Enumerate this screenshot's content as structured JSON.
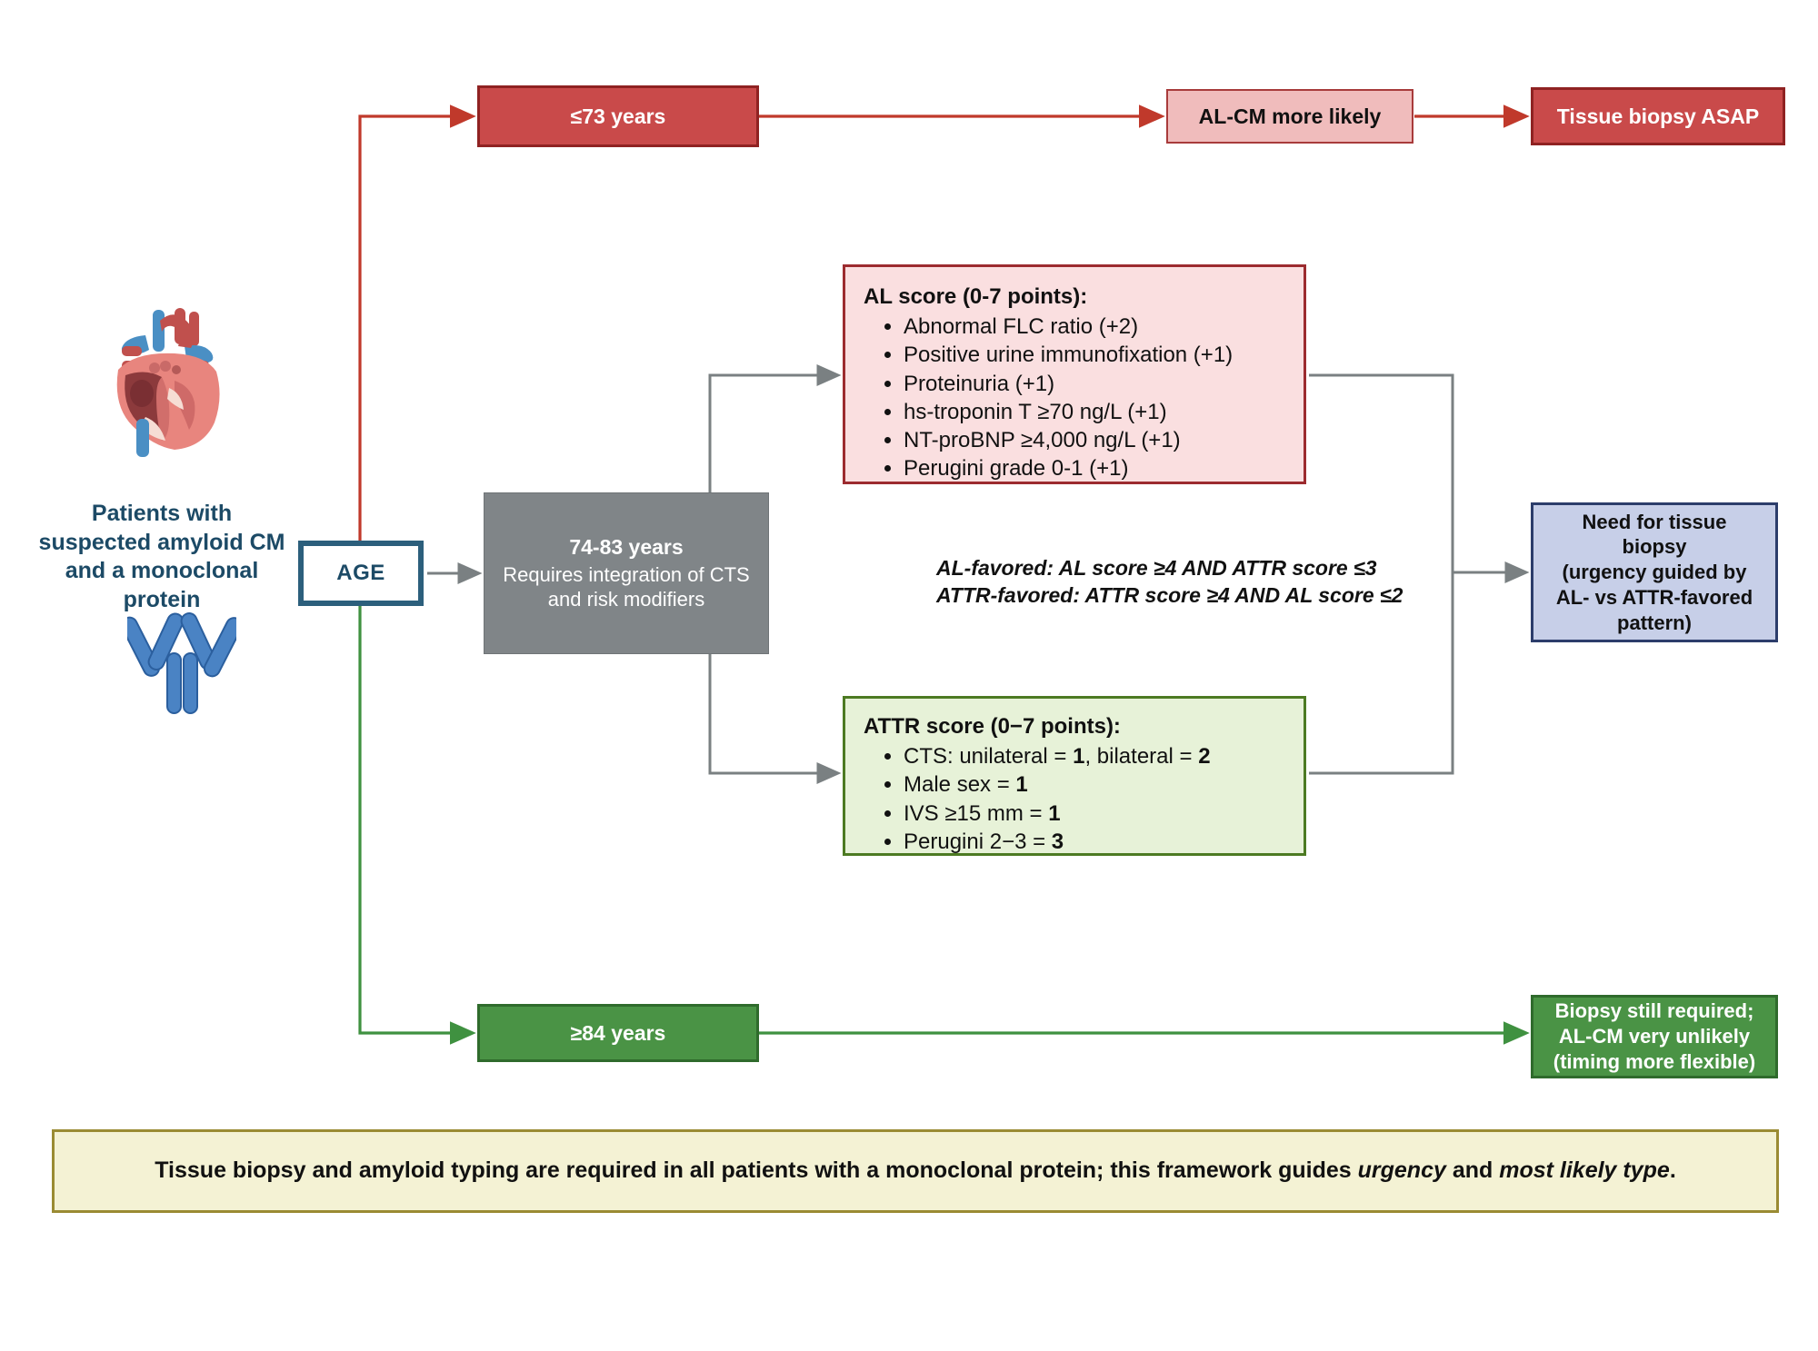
{
  "left_panel": {
    "heart_icon": "heart-anatomy-icon",
    "antibody_icon": "antibody-icon",
    "caption": "Patients with suspected amyloid CM and a monoclonal protein"
  },
  "decision": {
    "age_label": "AGE"
  },
  "branches": {
    "young": {
      "age_box": "≤73 years",
      "result_box": "AL-CM more likely",
      "action_box": "Tissue biopsy ASAP",
      "color": "#c94a4a",
      "border": "#8f2222",
      "light": "#f0bcbc"
    },
    "middle": {
      "age_title": "74-83 years",
      "age_sub": "Requires integration of CTS and risk modifiers",
      "color": "#808588"
    },
    "old": {
      "age_box": "≥84 years",
      "result_box_line1": "Biopsy still required;",
      "result_box_line2": "AL-CM very unlikely",
      "result_box_line3": "(timing more flexible)",
      "color": "#4a9345",
      "border": "#2f6b2c"
    }
  },
  "al_score": {
    "header": "AL score (0-7 points):",
    "items": [
      "Abnormal FLC ratio (+2)",
      "Positive urine immunofixation (+1)",
      "Proteinuria (+1)",
      "hs-troponin T ≥70 ng/L (+1)",
      "NT-proBNP ≥4,000 ng/L (+1)",
      "Perugini grade 0-1 (+1)"
    ],
    "fill": "#fadfe0",
    "border": "#9c2b2f"
  },
  "attr_score": {
    "header": "ATTR score (0−7 points):",
    "items": [
      "CTS: unilateral = 1, bilateral = 2",
      "Male sex = 1",
      "IVS ≥15 mm = 1",
      "Perugini 2−3 = 3"
    ],
    "fill": "#e7f2d8",
    "border": "#4c7a22"
  },
  "rules": {
    "line1": "AL-favored: AL score ≥4 AND ATTR score ≤3",
    "line2": "ATTR-favored: ATTR score ≥4 AND AL score ≤2"
  },
  "outcome_blue": {
    "line1": "Need for tissue",
    "line2": "biopsy",
    "line3": "(urgency guided by",
    "line4": "AL- vs ATTR-favored",
    "line5": "pattern)",
    "fill": "#c7cfe8",
    "border": "#2c3d6b"
  },
  "footer": {
    "text_a": "Tissue biopsy and amyloid typing are required in all patients with a monoclonal protein; this framework guides ",
    "em_a": "urgency",
    "text_b": " and ",
    "em_b": "most likely type",
    "text_c": ".",
    "fill": "#f4f2d4",
    "border": "#9a8b33"
  }
}
